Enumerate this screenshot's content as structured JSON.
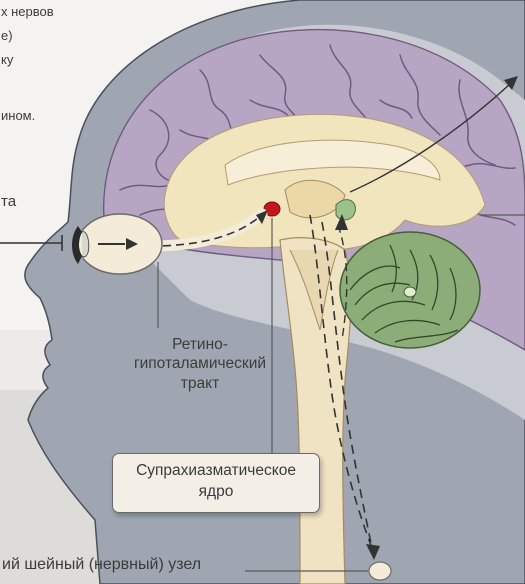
{
  "labels": {
    "top_left_fragments": [
      "х нервов",
      "е)",
      "ку",
      "ином.",
      "та"
    ],
    "retinohypothalamic_l1": "Ретино-",
    "retinohypothalamic_l2": "гипоталамический",
    "retinohypothalamic_l3": "тракт",
    "scn_l1": "Супрахиазматическое",
    "scn_l2": "ядро",
    "bottom": "ий шейный (нервный) узел"
  },
  "colors": {
    "cortex": "#b7a6c3",
    "cortex_sulci": "#6e5b7d",
    "head": "#9fa6b1",
    "head_outline": "#4a4f5a",
    "deep_structures": "#f1e5bd",
    "cerebellum": "#8dad78",
    "nucleus": "#c4161c",
    "background": "#ecebea"
  }
}
